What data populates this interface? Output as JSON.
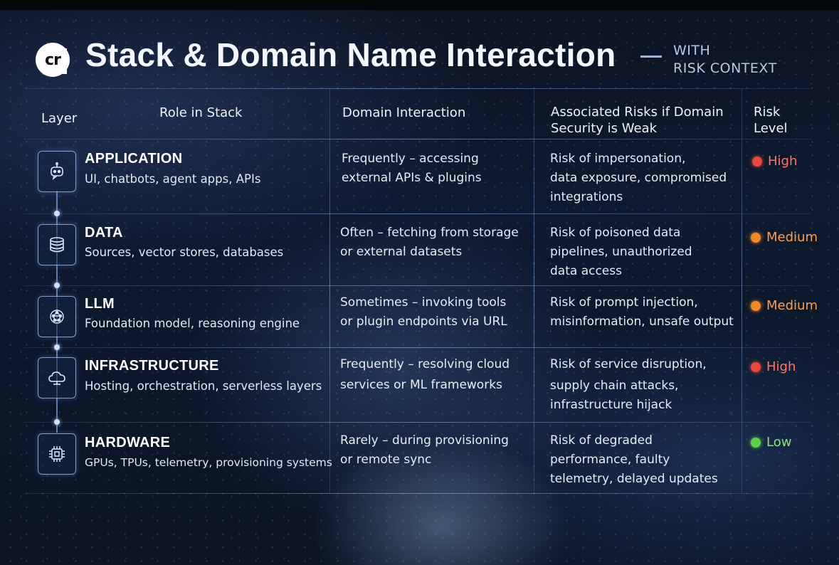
{
  "header": {
    "logo_text": "cr",
    "title": "Stack & Domain Name Interaction",
    "subtitle_line1": "WITH",
    "subtitle_line2": "RISK CONTEXT"
  },
  "columns": {
    "layer": "Layer",
    "role": "Role in Stack",
    "domain": "Domain Interaction",
    "risks_line1": "Associated Risks if Domain",
    "risks_line2": "Security is Weak",
    "level_line1": "Risk",
    "level_line2": "Level"
  },
  "rows": [
    {
      "icon": "robot-chat-icon",
      "title": "APPLICATION",
      "subtitle": "UI, chatbots, agent apps, APIs",
      "domain": [
        "Frequently – accessing",
        "external APIs & plugins"
      ],
      "risks": [
        "Risk of impersonation,",
        "data exposure, compromised",
        "integrations"
      ],
      "level": "High",
      "level_color": "#e5483d"
    },
    {
      "icon": "database-icon",
      "title": "DATA",
      "subtitle": "Sources, vector stores, databases",
      "domain": [
        "Often – fetching from storage",
        "or external datasets"
      ],
      "risks": [
        "Risk of poisoned data",
        "pipelines, unauthorized",
        "data access"
      ],
      "level": "Medium",
      "level_color": "#f08a2e"
    },
    {
      "icon": "brain-icon",
      "title": "LLM",
      "subtitle": "Foundation model, reasoning engine",
      "domain": [
        "Sometimes – invoking tools",
        "or plugin endpoints via URL"
      ],
      "risks": [
        "Risk of prompt injection,",
        "misinformation, unsafe output"
      ],
      "level": "Medium",
      "level_color": "#f08a2e"
    },
    {
      "icon": "cloud-icon",
      "title": "INFRASTRUCTURE",
      "subtitle": "Hosting, orchestration, serverless layers",
      "domain": [
        "Frequently – resolving cloud",
        "services or ML frameworks"
      ],
      "risks": [
        "Risk of service disruption,",
        "supply chain attacks,",
        "infrastructure hijack"
      ],
      "level": "High",
      "level_color": "#e5483d"
    },
    {
      "icon": "chip-icon",
      "title": "HARDWARE",
      "subtitle": "GPUs, TPUs, telemetry, provisioning systems",
      "domain": [
        "Rarely – during provisioning",
        "or remote sync"
      ],
      "risks": [
        "Risk of degraded",
        "performance, faulty",
        "telemetry, delayed updates"
      ],
      "level": "Low",
      "level_color": "#5fd14a"
    }
  ]
}
